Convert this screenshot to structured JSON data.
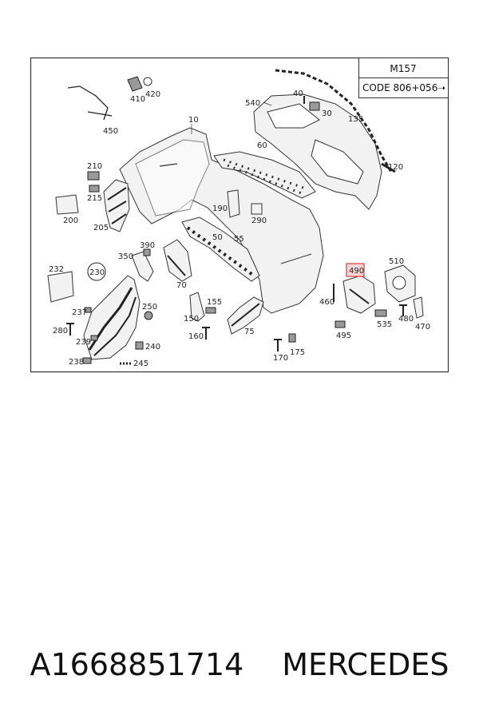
{
  "legend": {
    "engine_code": "M157",
    "option_code": "CODE 806+056",
    "arrow_glyph": "➝"
  },
  "callouts": {
    "c10": "10",
    "c30": "30",
    "c40": "40",
    "c50": "50",
    "c55": "55",
    "c60": "60",
    "c70": "70",
    "c75": "75",
    "c120": "120",
    "c135": "135",
    "c150": "150",
    "c155": "155",
    "c160": "160",
    "c170": "170",
    "c175": "175",
    "c190": "190",
    "c200": "200",
    "c205": "205",
    "c210": "210",
    "c215": "215",
    "c230": "230",
    "c232": "232",
    "c237": "237",
    "c238": "238",
    "c239": "239",
    "c240": "240",
    "c245": "245",
    "c250": "250",
    "c280": "280",
    "c290": "290",
    "c350": "350",
    "c390": "390",
    "c410": "410",
    "c420": "420",
    "c450": "450",
    "c460": "460",
    "c470": "470",
    "c480": "480",
    "c490": "490",
    "c495": "495",
    "c510": "510",
    "c535": "535",
    "c540": "540"
  },
  "highlight": {
    "color": "#e23b3b",
    "fill": "#fbd6d6"
  },
  "footer": {
    "part_number": "A1668851714",
    "brand": "MERCEDES"
  }
}
